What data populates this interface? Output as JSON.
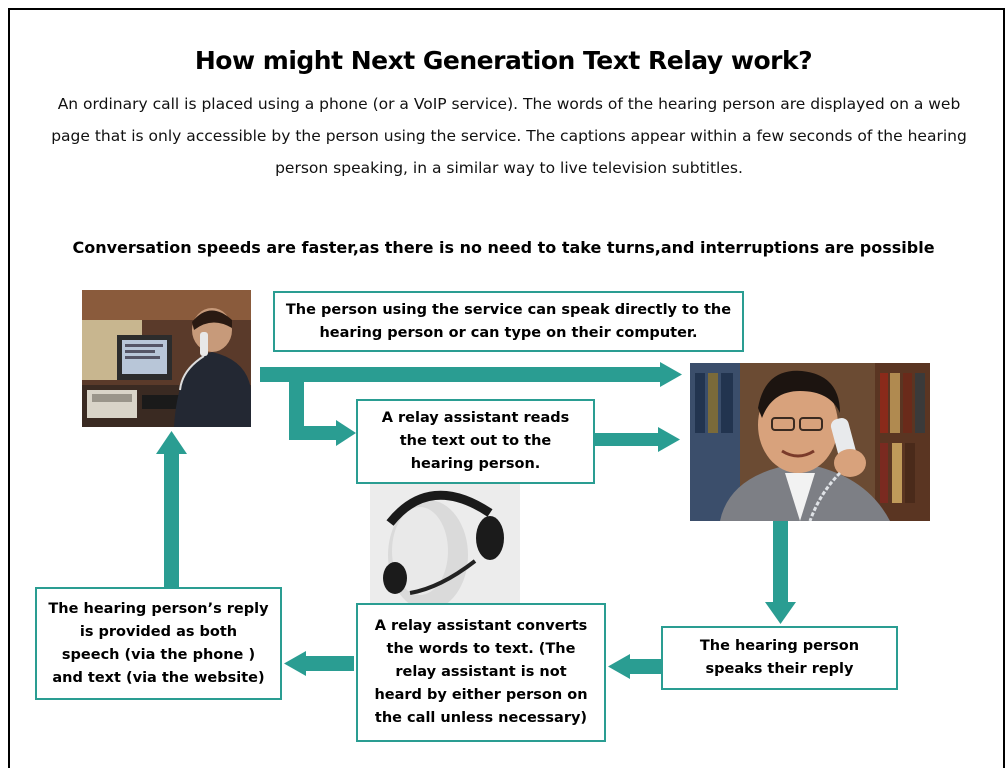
{
  "slide": {
    "title": "How might Next Generation Text Relay work?",
    "intro": "An ordinary call is placed using a phone (or a VoIP service).  The words of the hearing person are displayed on a web page that is only accessible by the person using the service.  The captions appear within a few seconds of the hearing person speaking, in a similar way to live television subtitles.",
    "subhead": "Conversation speeds are faster,as there is no need to take turns,and interruptions are possible"
  },
  "boxes": {
    "speak_or_type": "The person using the service can speak directly to the\nhearing person or can type on their computer.",
    "reads_out": "A relay assistant reads\nthe text out to the\nhearing person.",
    "converts": "A relay assistant converts\nthe words to text. (The\nrelay assistant is not\nheard by either person on\nthe call unless necessary)",
    "hearing_reply": "The hearing person\nspeaks their reply",
    "reply_provided": "The hearing person’s reply\nis provided as both\nspeech  (via the phone )\nand text (via the website)"
  },
  "colors": {
    "accent": "#2a9d92"
  },
  "icons": {
    "user_photo": "person-on-phone-at-computer",
    "hearing_photo": "man-on-telephone",
    "assistant_photo": "mannequin-head-with-headset"
  }
}
